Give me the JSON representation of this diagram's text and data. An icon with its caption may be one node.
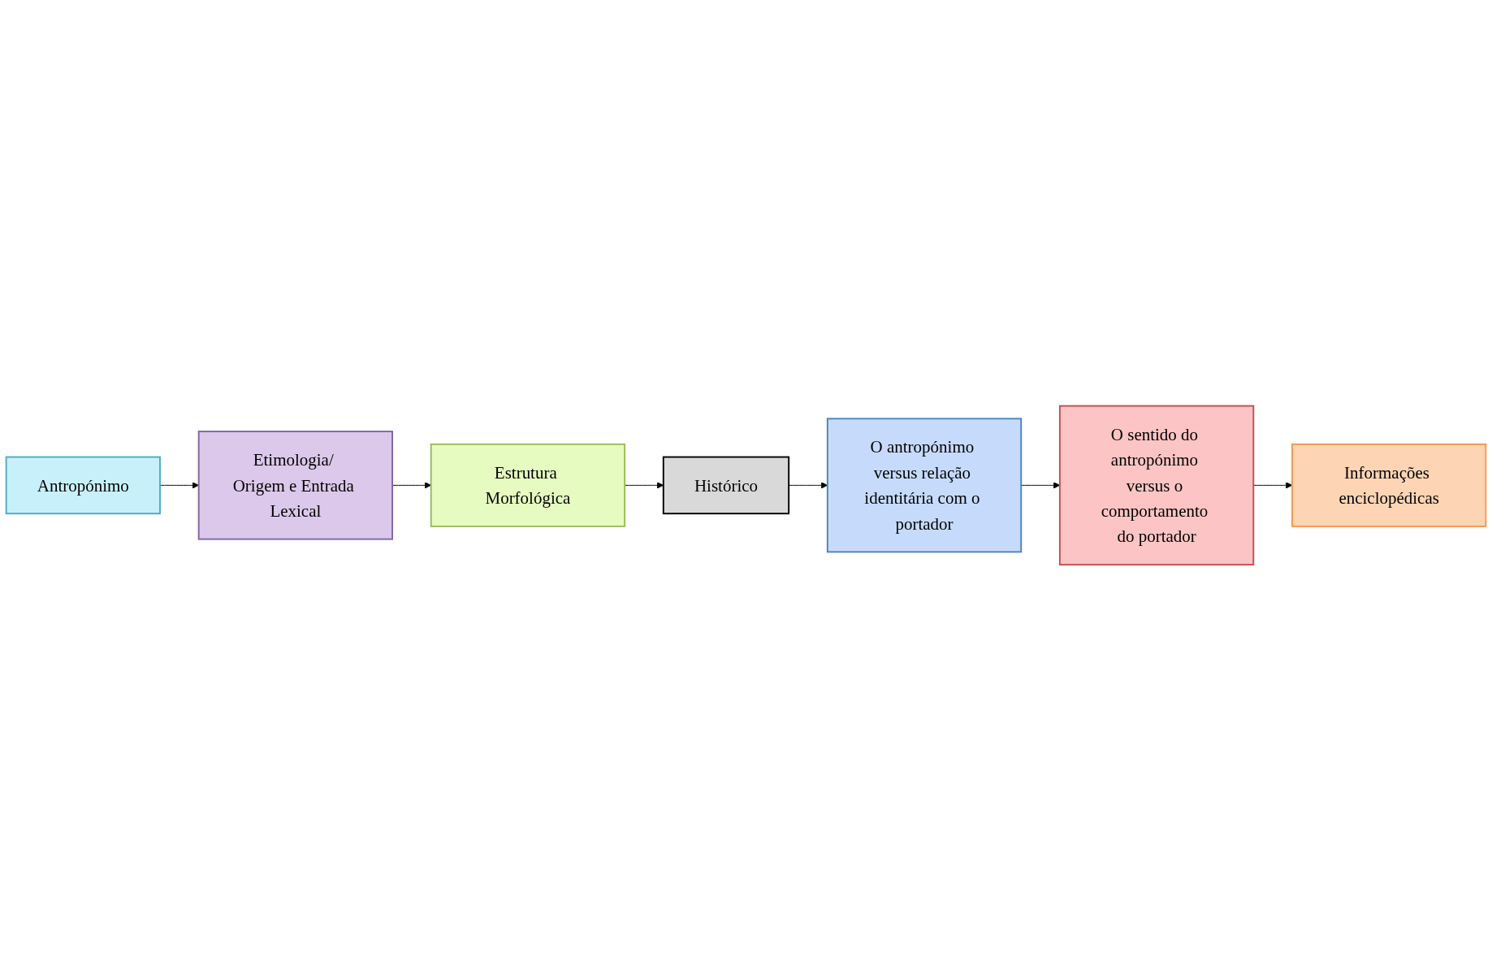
{
  "diagram": {
    "nodes": [
      {
        "text": [
          "Antropónimo"
        ]
      },
      {
        "text": [
          "Etimologia/ Origem e Entrada Lexical"
        ]
      },
      {
        "text": [
          "Estrutura Morfológica"
        ]
      },
      {
        "text": [
          "Histórico"
        ]
      },
      {
        "text": [
          "O antropónimo versus relação identitária com o portador"
        ]
      },
      {
        "text": [
          "O sentido do antropónimo versus o comportamento do portador"
        ]
      },
      {
        "text": [
          "Informações enciclopédicas"
        ]
      }
    ],
    "edges": [
      {
        "from": 0,
        "to": 1,
        "arrow": "to"
      },
      {
        "from": 1,
        "to": 2,
        "arrow": "to"
      },
      {
        "from": 2,
        "to": 3,
        "arrow": "to"
      },
      {
        "from": 3,
        "to": 4,
        "arrow": "to"
      },
      {
        "from": 4,
        "to": 5,
        "arrow": "to"
      },
      {
        "from": 5,
        "to": 6,
        "arrow": "to"
      }
    ]
  }
}
